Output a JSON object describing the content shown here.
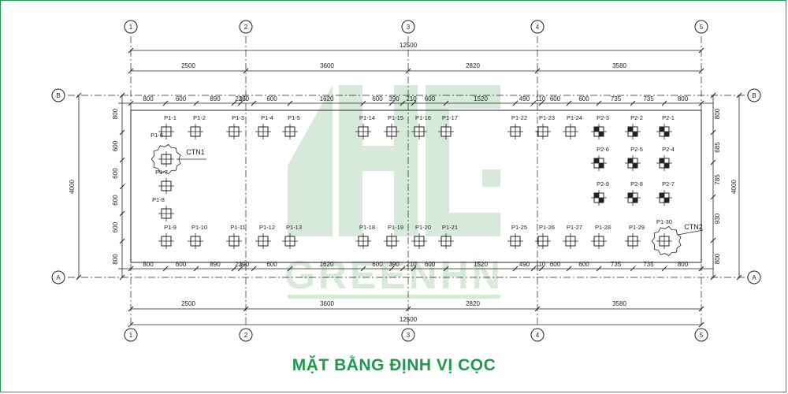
{
  "caption": "MẶT BẰNG ĐỊNH VỊ CỌC",
  "watermark": "GREENHN",
  "colors": {
    "brand": "#1e9a4a",
    "line": "#222222",
    "watermark": "#d7ead9"
  },
  "grid": {
    "columns": [
      "1",
      "2",
      "3",
      "4",
      "5"
    ],
    "rows": [
      "B",
      "A"
    ]
  },
  "dims": {
    "total": "12500",
    "spans": [
      "2500",
      "3600",
      "2820",
      "3580"
    ],
    "detail": [
      "800",
      "600",
      "890",
      "210",
      "390",
      "600",
      "1620",
      "600",
      "390",
      "210",
      "600",
      "1520",
      "490",
      "110",
      "600",
      "600",
      "735",
      "735",
      "800"
    ],
    "left": [
      "800",
      "600",
      "600",
      "600",
      "600",
      "800"
    ],
    "left_total": "4000",
    "right": [
      "800",
      "685",
      "785",
      "930",
      "800"
    ],
    "right_total": "4000"
  },
  "labels": {
    "ctn1": "CTN1",
    "ctn2": "CTN2"
  },
  "piles": [
    {
      "id": "P1-1",
      "t": "p1"
    },
    {
      "id": "P1-2",
      "t": "p1"
    },
    {
      "id": "P1-3",
      "t": "p1"
    },
    {
      "id": "P1-4",
      "t": "p1"
    },
    {
      "id": "P1-5",
      "t": "p1"
    },
    {
      "id": "P1-14",
      "t": "p1"
    },
    {
      "id": "P1-15",
      "t": "p1"
    },
    {
      "id": "P1-16",
      "t": "p1"
    },
    {
      "id": "P1-17",
      "t": "p1"
    },
    {
      "id": "P1-22",
      "t": "p1"
    },
    {
      "id": "P1-23",
      "t": "p1"
    },
    {
      "id": "P1-24",
      "t": "p1"
    },
    {
      "id": "P2-3",
      "t": "p2"
    },
    {
      "id": "P2-2",
      "t": "p2"
    },
    {
      "id": "P2-1",
      "t": "p2"
    },
    {
      "id": "P1-6",
      "t": "p1"
    },
    {
      "id": "P2-6",
      "t": "p2"
    },
    {
      "id": "P2-5",
      "t": "p2"
    },
    {
      "id": "P2-4",
      "t": "p2"
    },
    {
      "id": "P1-7",
      "t": "p1"
    },
    {
      "id": "P2-9",
      "t": "p2"
    },
    {
      "id": "P2-8",
      "t": "p2"
    },
    {
      "id": "P2-7",
      "t": "p2"
    },
    {
      "id": "P1-8",
      "t": "p1"
    },
    {
      "id": "P1-9",
      "t": "p1"
    },
    {
      "id": "P1-10",
      "t": "p1"
    },
    {
      "id": "P1-11",
      "t": "p1"
    },
    {
      "id": "P1-12",
      "t": "p1"
    },
    {
      "id": "P1-13",
      "t": "p1"
    },
    {
      "id": "P1-18",
      "t": "p1"
    },
    {
      "id": "P1-19",
      "t": "p1"
    },
    {
      "id": "P1-20",
      "t": "p1"
    },
    {
      "id": "P1-21",
      "t": "p1"
    },
    {
      "id": "P1-25",
      "t": "p1"
    },
    {
      "id": "P1-26",
      "t": "p1"
    },
    {
      "id": "P1-27",
      "t": "p1"
    },
    {
      "id": "P1-28",
      "t": "p1"
    },
    {
      "id": "P1-29",
      "t": "p1"
    },
    {
      "id": "P1-30",
      "t": "p1"
    }
  ]
}
